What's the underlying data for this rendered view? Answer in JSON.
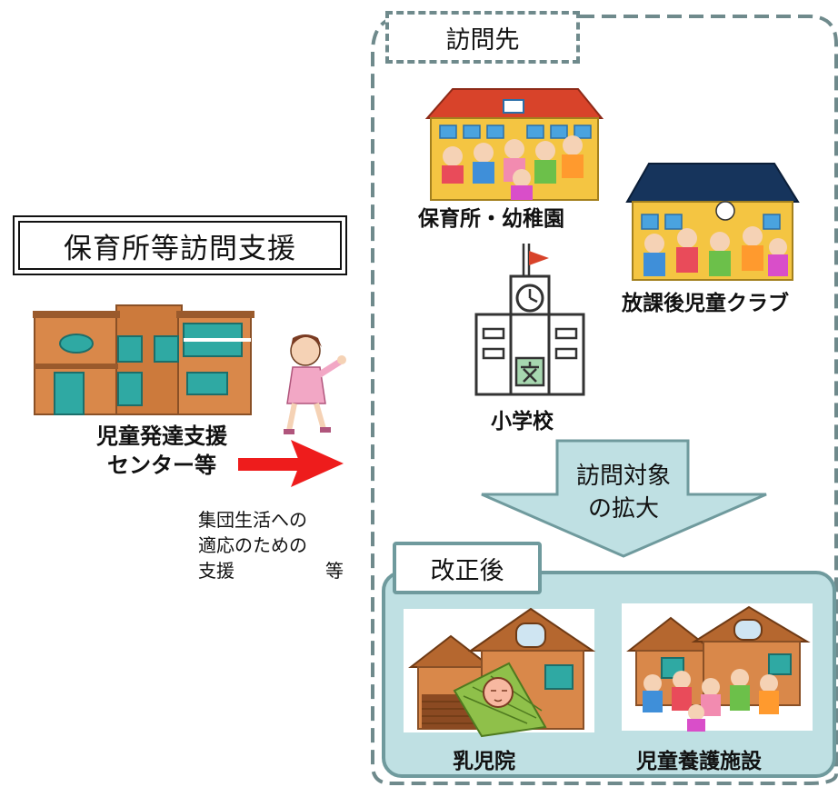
{
  "title": "保育所等訪問支援",
  "provider": {
    "line1": "児童発達支援",
    "line2": "センター等"
  },
  "support_text": {
    "line1": "集団生活への",
    "line2": "適応のための",
    "line3a": "支援",
    "line3b": "等"
  },
  "destination": {
    "header": "訪問先",
    "places": {
      "nursery": "保育所・幼稚園",
      "after_school": "放課後児童クラブ",
      "elementary": "小学校"
    }
  },
  "expansion": {
    "line1": "訪問対象",
    "line2": "の拡大"
  },
  "revised": {
    "header": "改正後",
    "places": {
      "infant_home": "乳児院",
      "foster_facility": "児童養護施設"
    }
  },
  "colors": {
    "dashed_border": "#6f8a8c",
    "revised_fill": "#bfe0e3",
    "revised_border": "#6f9a9d",
    "arrow_fill": "#bfe0e3",
    "red_arrow": "#ee1c1c",
    "school_roof": "#d8432a",
    "school_wall": "#f4c542",
    "club_roof": "#16345c",
    "building_orange": "#d9884a",
    "house_brown": "#b5672f"
  }
}
